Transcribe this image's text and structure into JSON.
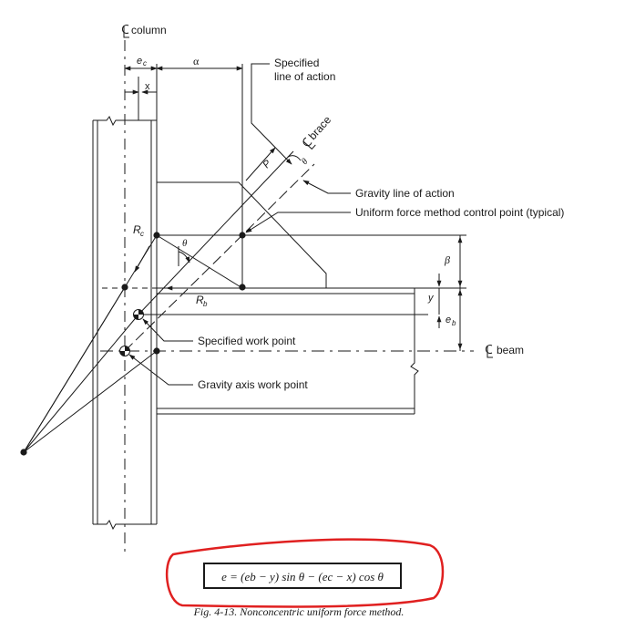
{
  "column": {
    "label": "column"
  },
  "dims": {
    "ec": "e",
    "ec_sub": "c",
    "alpha": "α",
    "x": "x",
    "beta": "β",
    "y": "y",
    "eb": "e",
    "eb_sub": "b",
    "theta": "θ",
    "theta_small": "θ"
  },
  "forces": {
    "P": "P",
    "Rc": "R",
    "Rc_sub": "c",
    "Rb": "R",
    "Rb_sub": "b"
  },
  "brace": {
    "label": "brace"
  },
  "beam": {
    "label": "beam"
  },
  "callouts": {
    "specified_line_1": "Specified",
    "specified_line_2": "line of action",
    "gravity_line": "Gravity line of action",
    "control_point": "Uniform force method control point (typical)",
    "specified_work_point": "Specified work point",
    "gravity_work_point": "Gravity axis work point"
  },
  "formula": {
    "text": "e = (eb − y) sin θ − (ec − x) cos θ"
  },
  "caption": {
    "text": "Fig. 4-13.  Nonconcentric uniform force method."
  },
  "colors": {
    "line": "#1a1a1a",
    "highlight": "#e02020"
  }
}
